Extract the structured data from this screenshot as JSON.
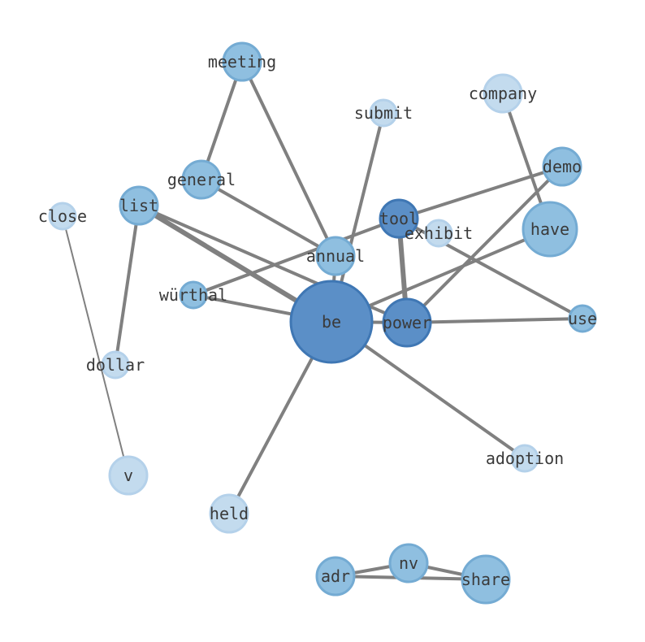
{
  "graph": {
    "colors": {
      "dark": "#5b8fc7",
      "dark_stroke": "#3f77b4",
      "medium": "#8fbfe0",
      "medium_stroke": "#74abd3",
      "light": "#c3dbee",
      "light_stroke": "#b4d1ea",
      "edge": "#808080"
    },
    "nodes": [
      {
        "id": "be",
        "label": "be",
        "shade": "dark"
      },
      {
        "id": "tool",
        "label": "tool",
        "shade": "dark"
      },
      {
        "id": "power",
        "label": "power",
        "shade": "dark"
      },
      {
        "id": "annual",
        "label": "annual",
        "shade": "medium"
      },
      {
        "id": "meeting",
        "label": "meeting",
        "shade": "medium"
      },
      {
        "id": "general",
        "label": "general",
        "shade": "medium"
      },
      {
        "id": "list",
        "label": "list",
        "shade": "medium"
      },
      {
        "id": "demo",
        "label": "demo",
        "shade": "medium"
      },
      {
        "id": "have",
        "label": "have",
        "shade": "medium"
      },
      {
        "id": "wurthal",
        "label": "würthal",
        "shade": "medium"
      },
      {
        "id": "use",
        "label": "use",
        "shade": "medium"
      },
      {
        "id": "adr",
        "label": "adr",
        "shade": "medium"
      },
      {
        "id": "nv",
        "label": "nv",
        "shade": "medium"
      },
      {
        "id": "share",
        "label": "share",
        "shade": "medium"
      },
      {
        "id": "company",
        "label": "company",
        "shade": "light"
      },
      {
        "id": "submit",
        "label": "submit",
        "shade": "light"
      },
      {
        "id": "exhibit",
        "label": "exhibit",
        "shade": "light"
      },
      {
        "id": "close",
        "label": "close",
        "shade": "light"
      },
      {
        "id": "dollar",
        "label": "dollar",
        "shade": "light"
      },
      {
        "id": "v",
        "label": "v",
        "shade": "light"
      },
      {
        "id": "held",
        "label": "held",
        "shade": "light"
      },
      {
        "id": "adoption",
        "label": "adoption",
        "shade": "light"
      }
    ],
    "edges": [
      {
        "source": "meeting",
        "target": "general",
        "weight": 4
      },
      {
        "source": "meeting",
        "target": "annual",
        "weight": 4
      },
      {
        "source": "general",
        "target": "annual",
        "weight": 4
      },
      {
        "source": "annual",
        "target": "be",
        "weight": 4
      },
      {
        "source": "submit",
        "target": "be",
        "weight": 4
      },
      {
        "source": "list",
        "target": "be",
        "weight": 6
      },
      {
        "source": "list",
        "target": "power",
        "weight": 4
      },
      {
        "source": "list",
        "target": "dollar",
        "weight": 4
      },
      {
        "source": "close",
        "target": "v",
        "weight": 2
      },
      {
        "source": "wurthal",
        "target": "tool",
        "weight": 4
      },
      {
        "source": "wurthal",
        "target": "be",
        "weight": 4
      },
      {
        "source": "tool",
        "target": "demo",
        "weight": 4
      },
      {
        "source": "tool",
        "target": "power",
        "weight": 6
      },
      {
        "source": "tool",
        "target": "use",
        "weight": 4
      },
      {
        "source": "company",
        "target": "have",
        "weight": 4
      },
      {
        "source": "have",
        "target": "be",
        "weight": 4
      },
      {
        "source": "demo",
        "target": "power",
        "weight": 4
      },
      {
        "source": "be",
        "target": "power",
        "weight": 4
      },
      {
        "source": "power",
        "target": "use",
        "weight": 4
      },
      {
        "source": "be",
        "target": "held",
        "weight": 4
      },
      {
        "source": "be",
        "target": "adoption",
        "weight": 4
      },
      {
        "source": "adr",
        "target": "nv",
        "weight": 4
      },
      {
        "source": "adr",
        "target": "share",
        "weight": 4
      },
      {
        "source": "nv",
        "target": "share",
        "weight": 4
      }
    ]
  }
}
